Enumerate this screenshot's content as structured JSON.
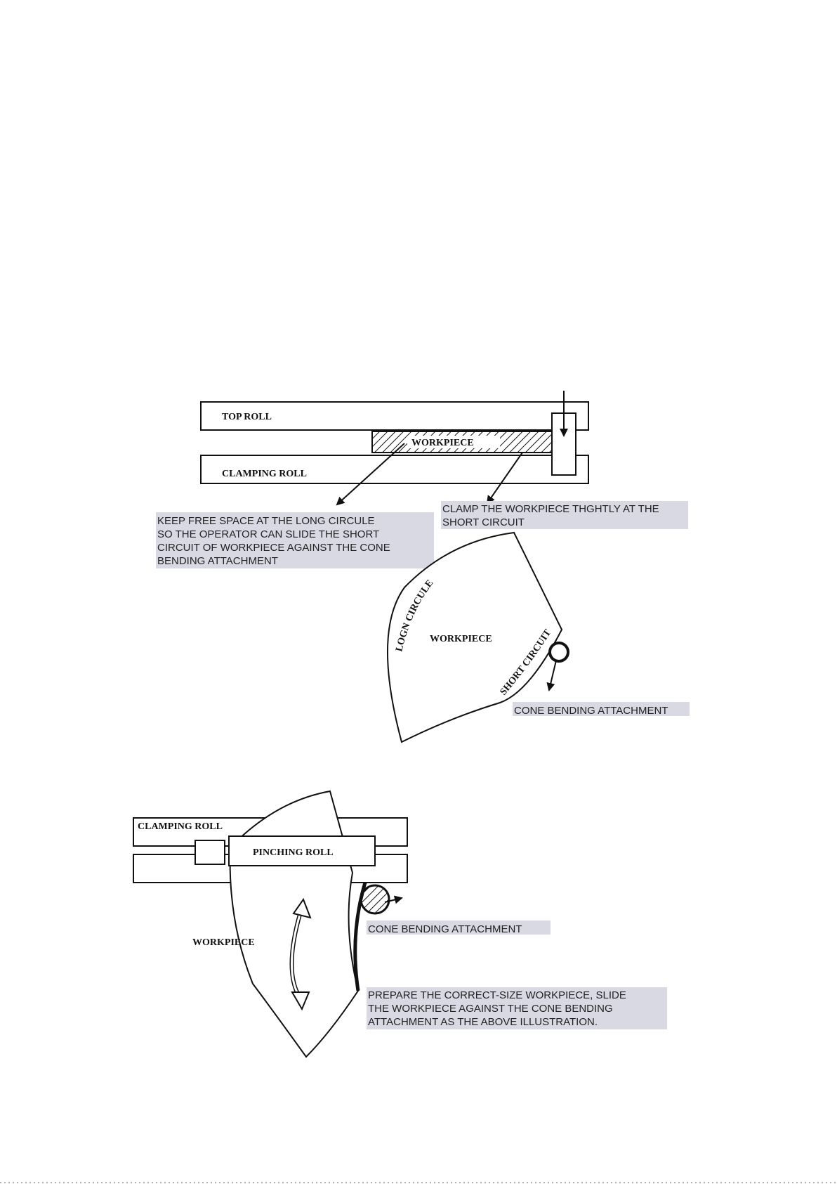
{
  "diagram1": {
    "top_roll_label": "TOP ROLL",
    "clamping_roll_label": "CLAMPING ROLL",
    "workpiece_label": "WORKPIECE",
    "note_left": [
      "KEEP FREE SPACE AT THE LONG CIRCULE",
      "SO THE OPERATOR CAN SLIDE THE SHORT",
      "CIRCUIT OF WORKPIECE AGAINST THE CONE",
      "BENDING ATTACHMENT"
    ],
    "note_right": [
      "CLAMP THE WORKPIECE THGHTLY AT THE",
      "SHORT CIRCUIT"
    ]
  },
  "diagram2": {
    "long_edge_label": "LOGN CIRCULE",
    "workpiece_label": "WORKPIECE",
    "short_edge_label": "SHORT CIRCUIT",
    "attachment_label": "CONE BENDING ATTACHMENT"
  },
  "diagram3": {
    "clamping_roll_label": "CLAMPING ROLL",
    "pinching_roll_label": "PINCHING ROLL",
    "workpiece_label": "WORKPIECE",
    "attachment_label": "CONE BENDING ATTACHMENT",
    "note": [
      "PREPARE THE CORRECT-SIZE WORKPIECE, SLIDE",
      "THE WORKPIECE AGAINST THE CONE BENDING",
      "ATTACHMENT AS THE ABOVE ILLUSTRATION."
    ]
  }
}
